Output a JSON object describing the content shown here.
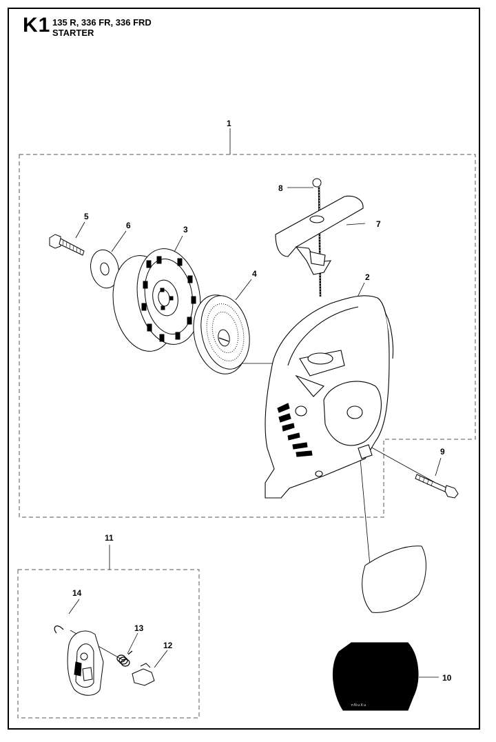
{
  "header": {
    "section_code": "K1",
    "models": "135 R, 336 FR, 336 FRD",
    "title": "STARTER"
  },
  "callouts": [
    {
      "number": "1",
      "part": "starter-assembly-group"
    },
    {
      "number": "2",
      "part": "starter-housing"
    },
    {
      "number": "3",
      "part": "rope-pulley"
    },
    {
      "number": "4",
      "part": "recoil-spring-cassette"
    },
    {
      "number": "5",
      "part": "center-screw"
    },
    {
      "number": "6",
      "part": "washer"
    },
    {
      "number": "7",
      "part": "starter-handle"
    },
    {
      "number": "8",
      "part": "starter-rope"
    },
    {
      "number": "9",
      "part": "mounting-screw"
    },
    {
      "number": "10",
      "part": "decal"
    },
    {
      "number": "11",
      "part": "pawl-assembly-group"
    },
    {
      "number": "12",
      "part": "pawl"
    },
    {
      "number": "13",
      "part": "pawl-spring"
    },
    {
      "number": "14",
      "part": "circlip"
    }
  ],
  "decal_text": "n  N u  X u"
}
